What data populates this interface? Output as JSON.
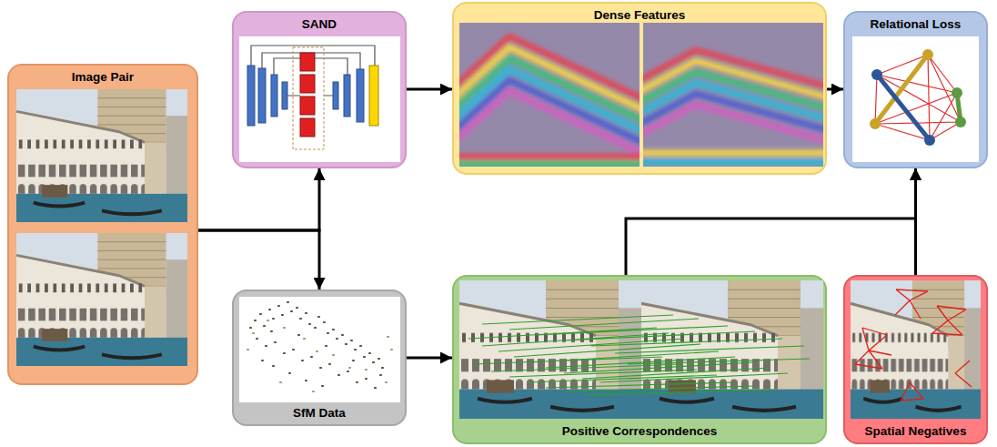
{
  "diagram": {
    "nodes": [
      {
        "text": [
          "Image Pair"
        ]
      },
      {
        "text": [
          "SAND"
        ]
      },
      {
        "text": [
          "Dense Features"
        ]
      },
      {
        "text": [
          "Relational Loss"
        ]
      },
      {
        "text": [
          "SfM Data"
        ]
      },
      {
        "text": [
          "Positive Correspondences"
        ]
      },
      {
        "text": [
          "Spatial Negatives"
        ]
      }
    ],
    "edges": [
      {
        "from": 0,
        "to": 1,
        "arrow": "to"
      },
      {
        "from": 0,
        "to": 4,
        "arrow": "to"
      },
      {
        "from": 1,
        "to": 2,
        "arrow": "to"
      },
      {
        "from": 2,
        "to": 3,
        "arrow": "to"
      },
      {
        "from": 4,
        "to": 5,
        "arrow": "to"
      },
      {
        "from": 5,
        "to": 3,
        "arrow": "to"
      },
      {
        "from": 6,
        "to": 3,
        "arrow": "to"
      }
    ]
  }
}
